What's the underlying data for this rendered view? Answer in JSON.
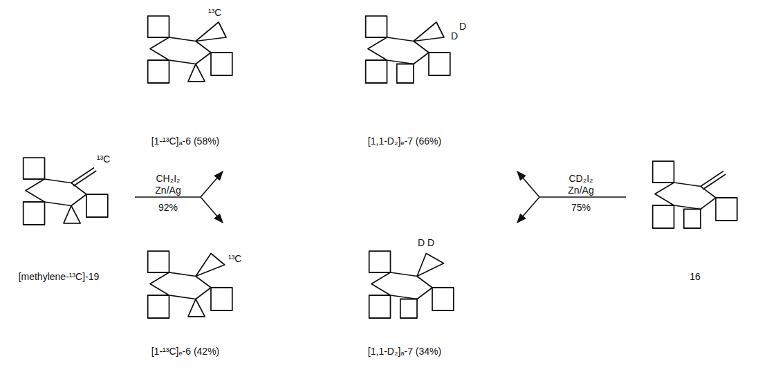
{
  "diagram": {
    "labels": [
      "¹³C",
      "[1-¹³C]ₐ-6 (58%)",
      "D",
      "D",
      "[1,1-D₂]ₑ-7 (66%)",
      "¹³C",
      "[methylene-¹³C]-19",
      "CH₂I₂",
      "Zn/Ag",
      "92%",
      "CD₂I₂",
      "Zn/Ag",
      "75%",
      "16",
      "¹³C",
      "[1-¹³C]ₑ-6 (42%)",
      "D D",
      "[1,1-D₂]ₐ-7 (34%)"
    ]
  }
}
